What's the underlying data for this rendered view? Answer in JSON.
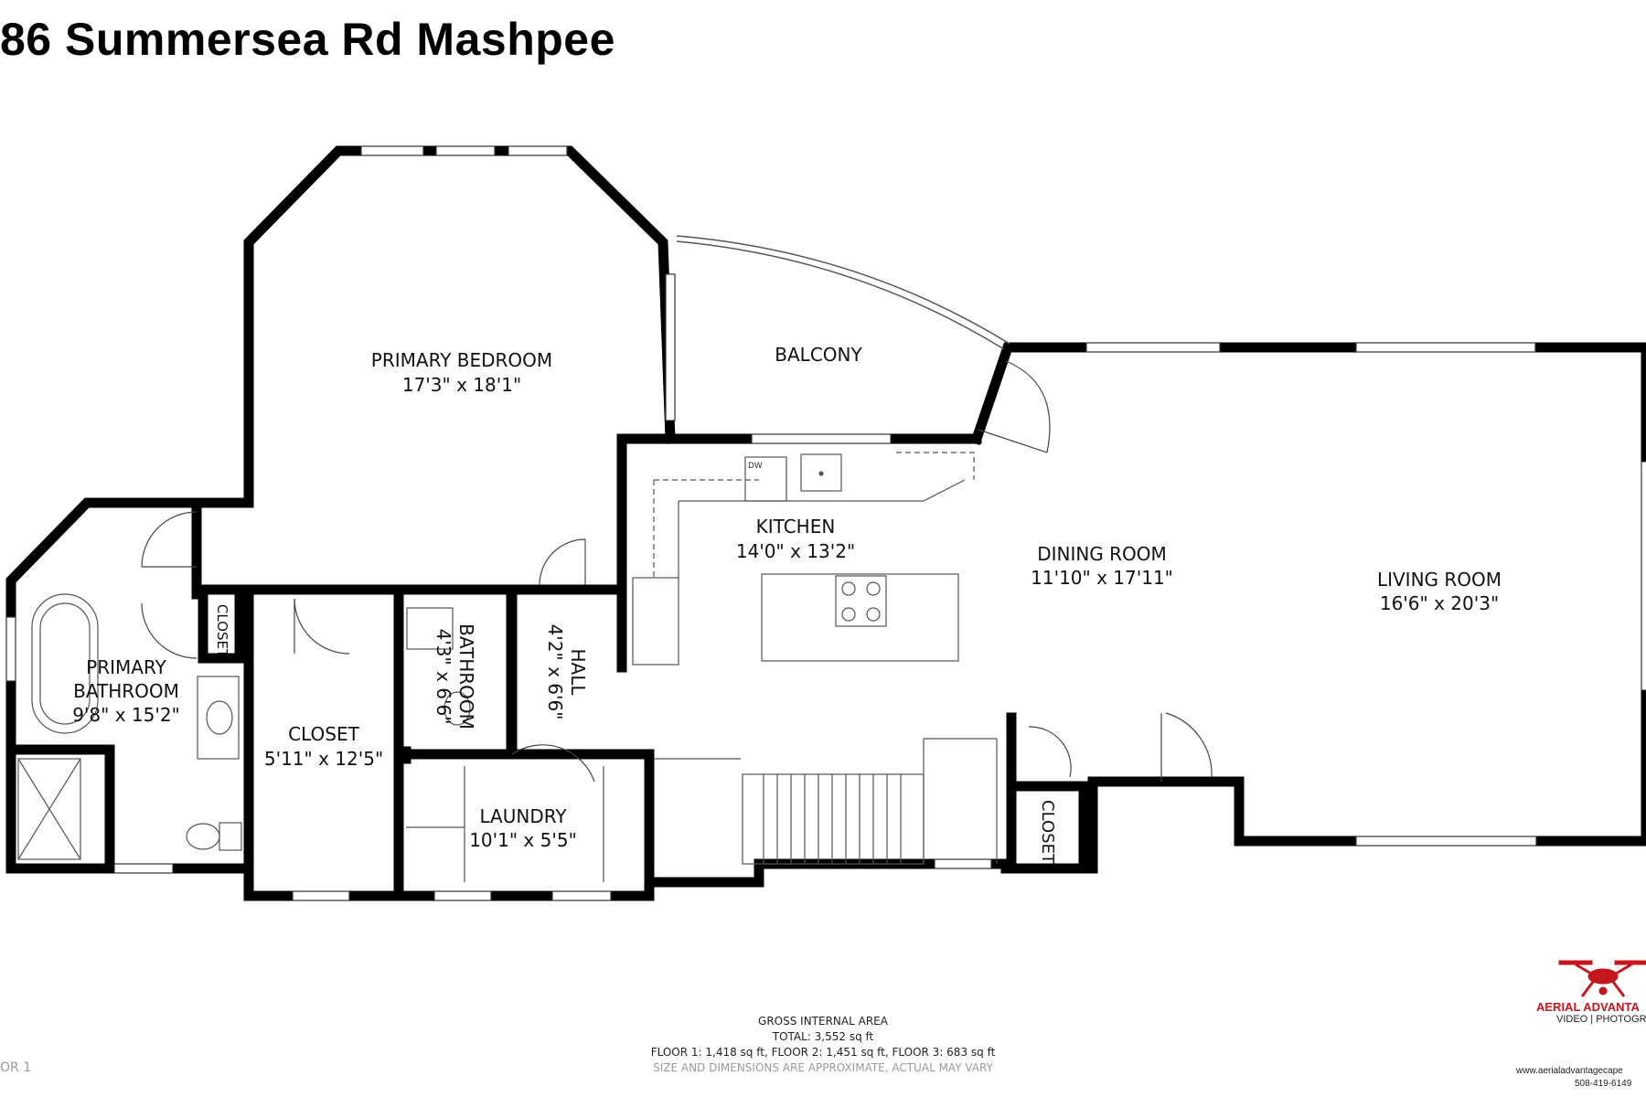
{
  "title": "86 Summersea Rd Mashpee",
  "rooms": [
    {
      "name": "PRIMARY BEDROOM",
      "dims": "17'3\" x 18'1\""
    },
    {
      "name": "BALCONY"
    },
    {
      "name": "KITCHEN",
      "dims": "14'0\" x 13'2\""
    },
    {
      "name": "DINING ROOM",
      "dims": "11'10\" x 17'11\""
    },
    {
      "name": "LIVING ROOM",
      "dims": "16'6\" x 20'3\""
    },
    {
      "name_line1": "PRIMARY",
      "name_line2": "BATHROOM",
      "dims": "9'8\" x 15'2\""
    },
    {
      "name": "CLOSET",
      "dims": "5'11\" x 12'5\""
    },
    {
      "name": "BATHROOM",
      "dims": "4'3\" x 6'6\""
    },
    {
      "name": "HALL",
      "dims": "4'2\" x 6'6\""
    },
    {
      "name": "LAUNDRY",
      "dims": "10'1\" x 5'5\""
    },
    {
      "name": "CLOSET"
    },
    {
      "name": "CLOSET"
    }
  ],
  "appliance_labels": {
    "dishwasher": "DW"
  },
  "footer": {
    "heading": "GROSS INTERNAL AREA",
    "total": "TOTAL: 3,552 sq ft",
    "floors": "FLOOR 1: 1,418 sq ft, FLOOR 2: 1,451 sq ft, FLOOR 3: 683 sq ft",
    "disclaimer": "SIZE AND DIMENSIONS ARE APPROXIMATE, ACTUAL MAY VARY"
  },
  "floor_tag": "OR 1",
  "logo": {
    "name": "AERIAL ADVANTA",
    "sub": "VIDEO | PHOTOGRAPH",
    "url": "www.aerialadvantagecape",
    "phone": "508-419-6149",
    "accent_color": "#c4161c"
  },
  "colors": {
    "wall": "#000000",
    "background": "#ffffff",
    "fixture": "#555555"
  }
}
